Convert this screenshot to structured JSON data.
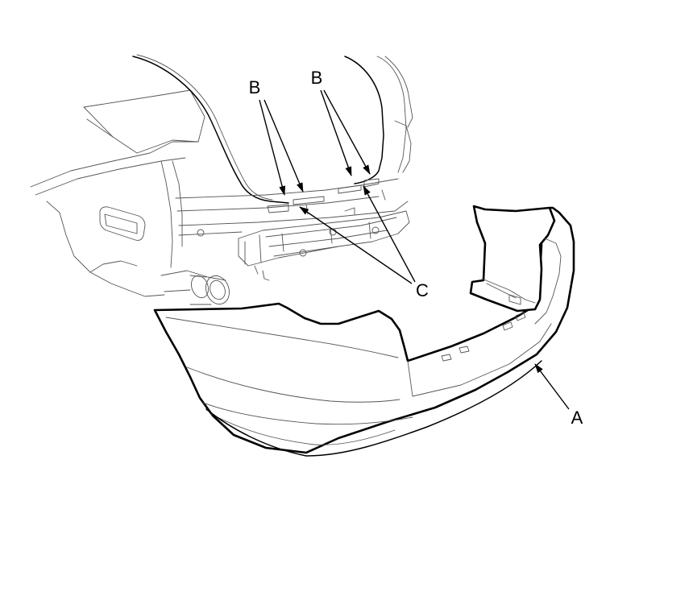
{
  "callouts": {
    "a": "A",
    "b1": "B",
    "b2": "B",
    "c": "C"
  },
  "colors": {
    "line": "#000000",
    "background": "#ffffff"
  }
}
